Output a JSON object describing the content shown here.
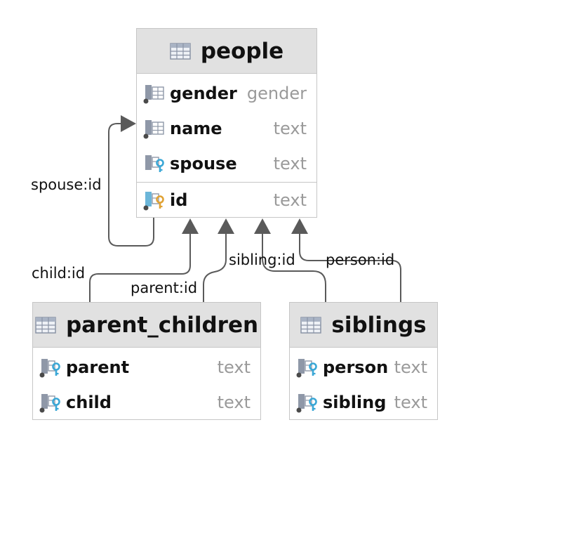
{
  "tables": {
    "people": {
      "name": "people",
      "columns": [
        {
          "name": "gender",
          "type": "gender",
          "icon": "column-icon"
        },
        {
          "name": "name",
          "type": "text",
          "icon": "column-icon"
        },
        {
          "name": "spouse",
          "type": "text",
          "icon": "foreign-key-column-icon"
        }
      ],
      "key_columns": [
        {
          "name": "id",
          "type": "text",
          "icon": "primary-key-column-icon"
        }
      ]
    },
    "parent_children": {
      "name": "parent_children",
      "columns": [
        {
          "name": "parent",
          "type": "text",
          "icon": "foreign-key-column-icon"
        },
        {
          "name": "child",
          "type": "text",
          "icon": "foreign-key-column-icon"
        }
      ]
    },
    "siblings": {
      "name": "siblings",
      "columns": [
        {
          "name": "person",
          "type": "text",
          "icon": "foreign-key-column-icon"
        },
        {
          "name": "sibling",
          "type": "text",
          "icon": "foreign-key-column-icon"
        }
      ]
    }
  },
  "relationships": [
    {
      "label": "spouse:id",
      "from": "people",
      "to": "people"
    },
    {
      "label": "child:id",
      "from": "parent_children",
      "to": "people"
    },
    {
      "label": "parent:id",
      "from": "parent_children",
      "to": "people"
    },
    {
      "label": "sibling:id",
      "from": "siblings",
      "to": "people"
    },
    {
      "label": "person:id",
      "from": "siblings",
      "to": "people"
    }
  ],
  "colors": {
    "header_bg": "#e1e1e1",
    "border": "#c6c6c6",
    "connector": "#5a5a5a",
    "fk_key": "#3aa7d6",
    "pk_key": "#e0a234",
    "type_text": "#9a9a9a"
  }
}
